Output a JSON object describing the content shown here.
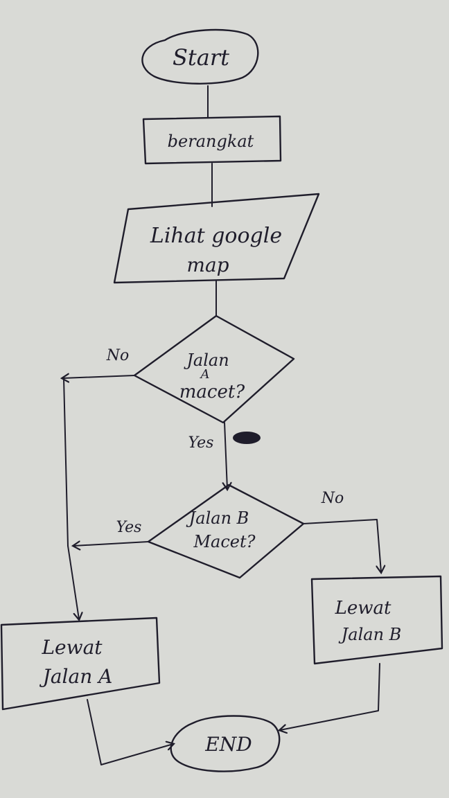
{
  "flowchart": {
    "start": "Start",
    "step_berangkat": "berangkat",
    "input_line1": "Lihat google",
    "input_line2": "map",
    "decision_a_line1": "Jalan",
    "decision_a_line2": "A",
    "decision_a_line3": "macet?",
    "decision_b_line1": "Jalan B",
    "decision_b_line2": "Macet?",
    "edge_a_no": "No",
    "edge_a_yes": "Yes",
    "edge_b_no": "No",
    "edge_b_yes": "Yes",
    "process_a_line1": "Lewat",
    "process_a_line2": "Jalan A",
    "process_b_line1": "Lewat",
    "process_b_line2": "Jalan B",
    "end": "END"
  },
  "colors": {
    "paper": "#d9dad6",
    "ink": "#1f1d2b"
  }
}
